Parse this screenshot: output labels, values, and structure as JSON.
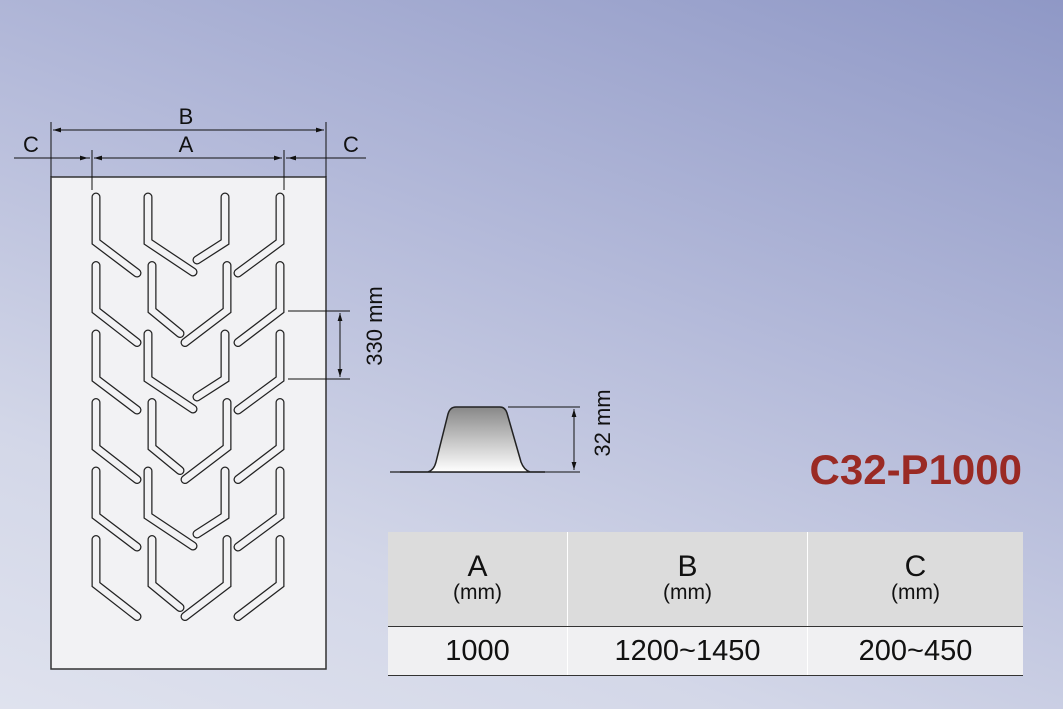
{
  "dimensions": {
    "b_label": "B",
    "a_label": "A",
    "c_left_label": "C",
    "c_right_label": "C",
    "pitch_label": "330 mm",
    "height_label": "32 mm"
  },
  "model": "C32-P1000",
  "table": {
    "headers": [
      {
        "name": "A",
        "unit": "(mm)"
      },
      {
        "name": "B",
        "unit": "(mm)"
      },
      {
        "name": "C",
        "unit": "(mm)"
      }
    ],
    "values": [
      "1000",
      "1200~1450",
      "200~450"
    ]
  }
}
